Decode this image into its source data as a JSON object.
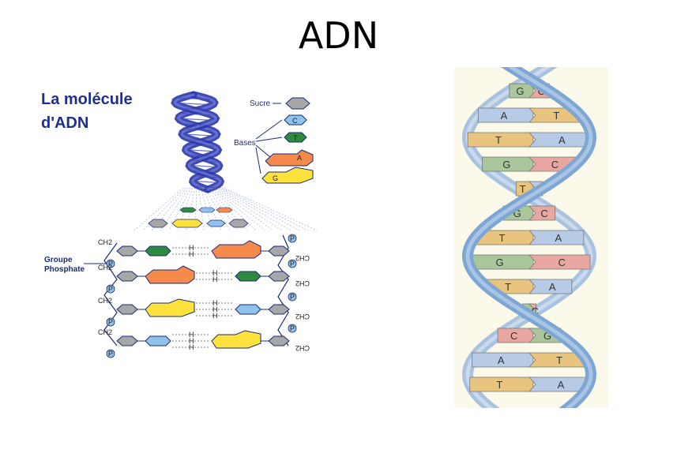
{
  "title": "ADN",
  "left_figure": {
    "heading_line1": "La molécule",
    "heading_line2": "d'ADN",
    "label_sugar": "Sucre",
    "label_bases": "Bases",
    "label_phosphate_group_line1": "Groupe",
    "label_phosphate_group_line2": "Phosphate",
    "label_ch2": "CH2",
    "label_h": "H",
    "label_p": "P",
    "legend_bases": [
      "C",
      "T",
      "A",
      "G"
    ],
    "rungs": [
      {
        "left_base": "T",
        "right_base": "A",
        "bonds": 2
      },
      {
        "left_base": "A",
        "right_base": "T",
        "bonds": 2
      },
      {
        "left_base": "G",
        "right_base": "C",
        "bonds": 3
      },
      {
        "left_base": "C",
        "right_base": "G",
        "bonds": 3
      }
    ]
  },
  "right_figure": {
    "base_pairs": [
      [
        "G",
        "C"
      ],
      [
        "A",
        "T"
      ],
      [
        "T",
        "A"
      ],
      [
        "G",
        "C"
      ],
      [
        "T",
        "A"
      ],
      [
        "G",
        "C"
      ],
      [
        "T",
        "A"
      ],
      [
        "G",
        "C"
      ],
      [
        "T",
        "A"
      ],
      [
        "G",
        "C"
      ],
      [
        "C",
        "G"
      ],
      [
        "A",
        "T"
      ],
      [
        "T",
        "A"
      ]
    ]
  },
  "colors": {
    "C": "#8fc3ec",
    "T": "#2e8b3e",
    "A": "#f58a4b",
    "G": "#ffe23c",
    "sugar": "#a7a7a7",
    "helix": "#2a36a8",
    "heading": "#1e2f8e",
    "right_C": "#e8a7a0",
    "right_G": "#a9c79b",
    "right_A": "#b7cbe6",
    "right_T": "#e8c47e",
    "right_backbone": "#7ea6d3",
    "right_bg": "#fbfaea"
  }
}
